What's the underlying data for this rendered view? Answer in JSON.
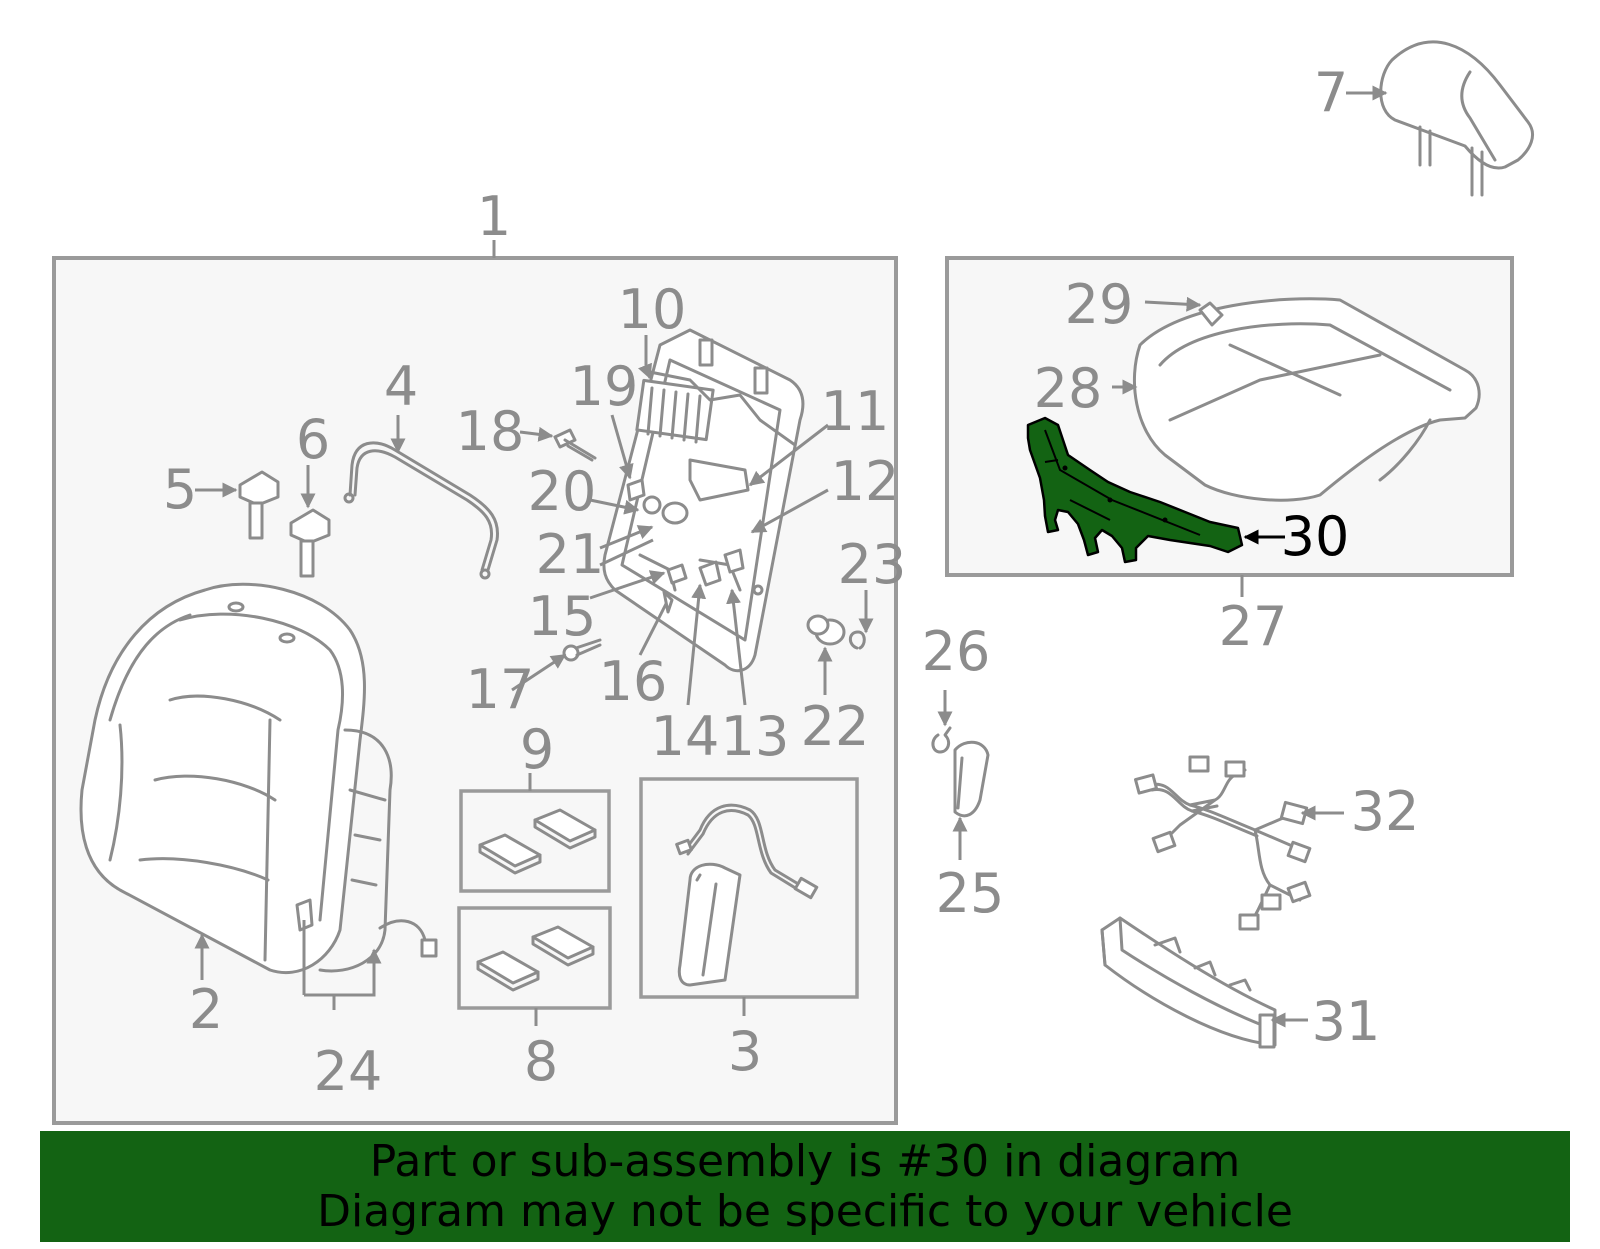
{
  "callouts": {
    "c1": "1",
    "c2": "2",
    "c3": "3",
    "c4": "4",
    "c5": "5",
    "c6": "6",
    "c7": "7",
    "c8": "8",
    "c9": "9",
    "c10": "10",
    "c11": "11",
    "c12": "12",
    "c13": "13",
    "c14": "14",
    "c15": "15",
    "c16": "16",
    "c17": "17",
    "c18": "18",
    "c19": "19",
    "c20": "20",
    "c21": "21",
    "c22": "22",
    "c23": "23",
    "c24": "24",
    "c25": "25",
    "c26": "26",
    "c27": "27",
    "c28": "28",
    "c29": "29",
    "c30": "30",
    "c31": "31",
    "c32": "32"
  },
  "highlight": {
    "part": "30",
    "color": "#136313"
  },
  "banner": {
    "line1": "Part or sub-assembly is #30 in diagram",
    "line2": "Diagram may not be specific to your vehicle",
    "background": "#136313"
  }
}
